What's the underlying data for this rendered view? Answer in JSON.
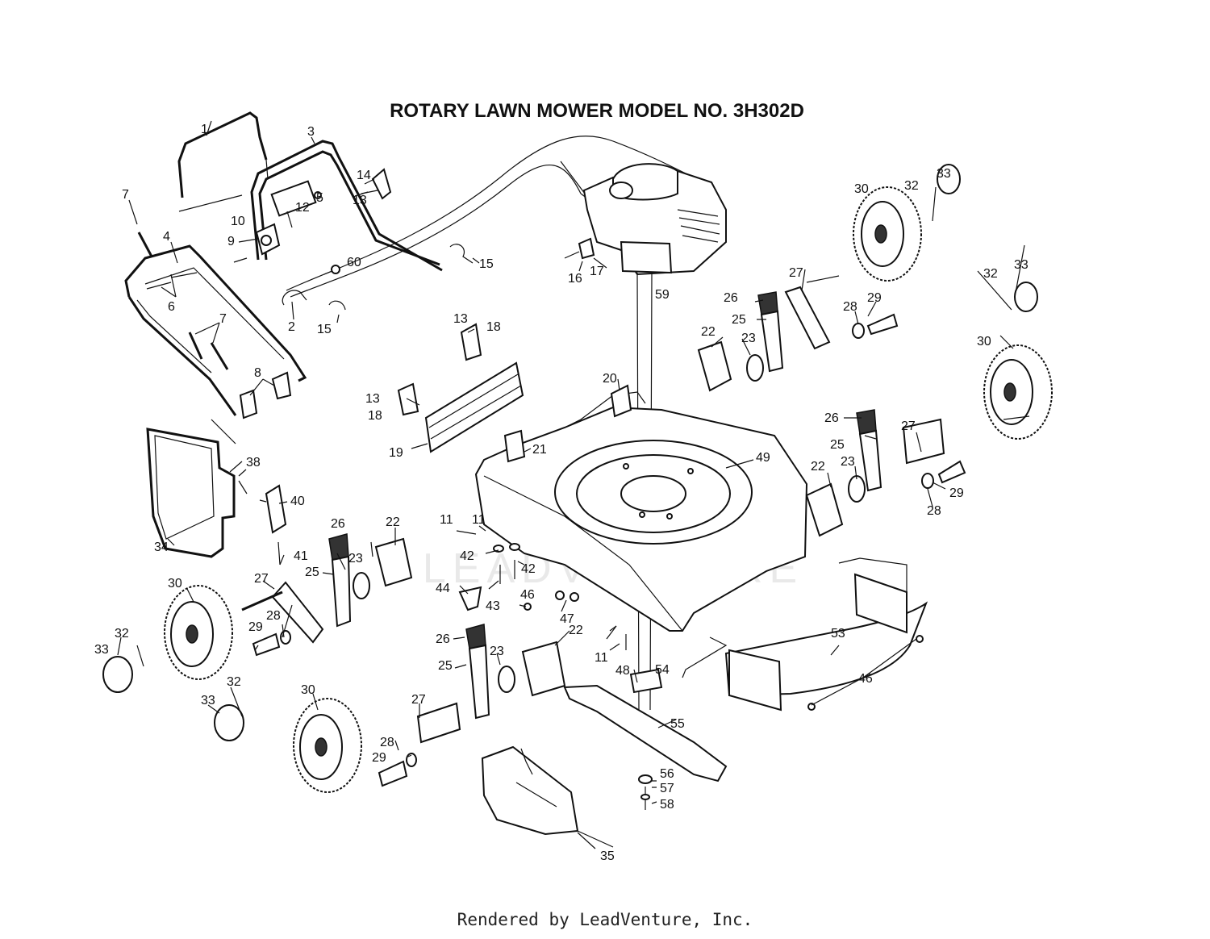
{
  "title": "ROTARY LAWN MOWER MODEL NO.  3H302D",
  "footer": "Rendered by LeadVenture, Inc.",
  "watermark": "LEADVENTURE",
  "callouts": [
    {
      "id": "c1",
      "text": "1"
    },
    {
      "id": "c2",
      "text": "2"
    },
    {
      "id": "c3",
      "text": "3"
    },
    {
      "id": "c4",
      "text": "4"
    },
    {
      "id": "c5",
      "text": "5"
    },
    {
      "id": "c6",
      "text": "6"
    },
    {
      "id": "c7a",
      "text": "7"
    },
    {
      "id": "c7b",
      "text": "7"
    },
    {
      "id": "c8",
      "text": "8"
    },
    {
      "id": "c9",
      "text": "9"
    },
    {
      "id": "c10",
      "text": "10"
    },
    {
      "id": "c11a",
      "text": "11"
    },
    {
      "id": "c11b",
      "text": "11"
    },
    {
      "id": "c12",
      "text": "12"
    },
    {
      "id": "c13a",
      "text": "13"
    },
    {
      "id": "c13b",
      "text": "13"
    },
    {
      "id": "c13c",
      "text": "13"
    },
    {
      "id": "c14",
      "text": "14"
    },
    {
      "id": "c15a",
      "text": "15"
    },
    {
      "id": "c15b",
      "text": "15"
    },
    {
      "id": "c16",
      "text": "16"
    },
    {
      "id": "c17",
      "text": "17"
    },
    {
      "id": "c18a",
      "text": "18"
    },
    {
      "id": "c18b",
      "text": "18"
    },
    {
      "id": "c19",
      "text": "19"
    },
    {
      "id": "c20",
      "text": "20"
    },
    {
      "id": "c21",
      "text": "21"
    },
    {
      "id": "c22a",
      "text": "22"
    },
    {
      "id": "c22b",
      "text": "22"
    },
    {
      "id": "c22c",
      "text": "22"
    },
    {
      "id": "c22d",
      "text": "22"
    },
    {
      "id": "c23a",
      "text": "23"
    },
    {
      "id": "c23b",
      "text": "23"
    },
    {
      "id": "c23c",
      "text": "23"
    },
    {
      "id": "c23d",
      "text": "23"
    },
    {
      "id": "c25a",
      "text": "25"
    },
    {
      "id": "c25b",
      "text": "25"
    },
    {
      "id": "c25c",
      "text": "25"
    },
    {
      "id": "c25d",
      "text": "25"
    },
    {
      "id": "c26a",
      "text": "26"
    },
    {
      "id": "c26b",
      "text": "26"
    },
    {
      "id": "c26c",
      "text": "26"
    },
    {
      "id": "c26d",
      "text": "26"
    },
    {
      "id": "c27a",
      "text": "27"
    },
    {
      "id": "c27b",
      "text": "27"
    },
    {
      "id": "c27c",
      "text": "27"
    },
    {
      "id": "c27d",
      "text": "27"
    },
    {
      "id": "c28a",
      "text": "28"
    },
    {
      "id": "c28b",
      "text": "28"
    },
    {
      "id": "c28c",
      "text": "28"
    },
    {
      "id": "c28d",
      "text": "28"
    },
    {
      "id": "c29a",
      "text": "29"
    },
    {
      "id": "c29b",
      "text": "29"
    },
    {
      "id": "c29c",
      "text": "29"
    },
    {
      "id": "c29d",
      "text": "29"
    },
    {
      "id": "c30a",
      "text": "30"
    },
    {
      "id": "c30b",
      "text": "30"
    },
    {
      "id": "c30c",
      "text": "30"
    },
    {
      "id": "c30d",
      "text": "30"
    },
    {
      "id": "c32a",
      "text": "32"
    },
    {
      "id": "c32b",
      "text": "32"
    },
    {
      "id": "c32c",
      "text": "32"
    },
    {
      "id": "c32d",
      "text": "32"
    },
    {
      "id": "c33a",
      "text": "33"
    },
    {
      "id": "c33b",
      "text": "33"
    },
    {
      "id": "c33c",
      "text": "33"
    },
    {
      "id": "c33d",
      "text": "33"
    },
    {
      "id": "c34",
      "text": "34"
    },
    {
      "id": "c35",
      "text": "35"
    },
    {
      "id": "c38",
      "text": "38"
    },
    {
      "id": "c40",
      "text": "40"
    },
    {
      "id": "c41",
      "text": "41"
    },
    {
      "id": "c42a",
      "text": "42"
    },
    {
      "id": "c42b",
      "text": "42"
    },
    {
      "id": "c43",
      "text": "43"
    },
    {
      "id": "c44",
      "text": "44"
    },
    {
      "id": "c46a",
      "text": "46"
    },
    {
      "id": "c46b",
      "text": "46"
    },
    {
      "id": "c47",
      "text": "47"
    },
    {
      "id": "c48",
      "text": "48"
    },
    {
      "id": "c49",
      "text": "49"
    },
    {
      "id": "c53",
      "text": "53"
    },
    {
      "id": "c54",
      "text": "54"
    },
    {
      "id": "c55",
      "text": "55"
    },
    {
      "id": "c56",
      "text": "56"
    },
    {
      "id": "c57",
      "text": "57"
    },
    {
      "id": "c58",
      "text": "58"
    },
    {
      "id": "c59",
      "text": "59"
    },
    {
      "id": "c60",
      "text": "60"
    }
  ]
}
